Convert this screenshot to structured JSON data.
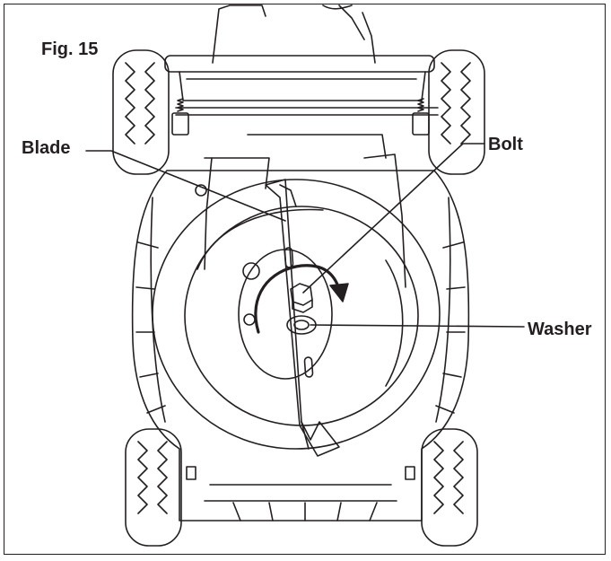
{
  "figure": {
    "number_label": "Fig. 15"
  },
  "callouts": {
    "blade": "Blade",
    "bolt": "Bolt",
    "washer": "Washer"
  },
  "colors": {
    "line": "#231f20",
    "background": "#ffffff"
  }
}
